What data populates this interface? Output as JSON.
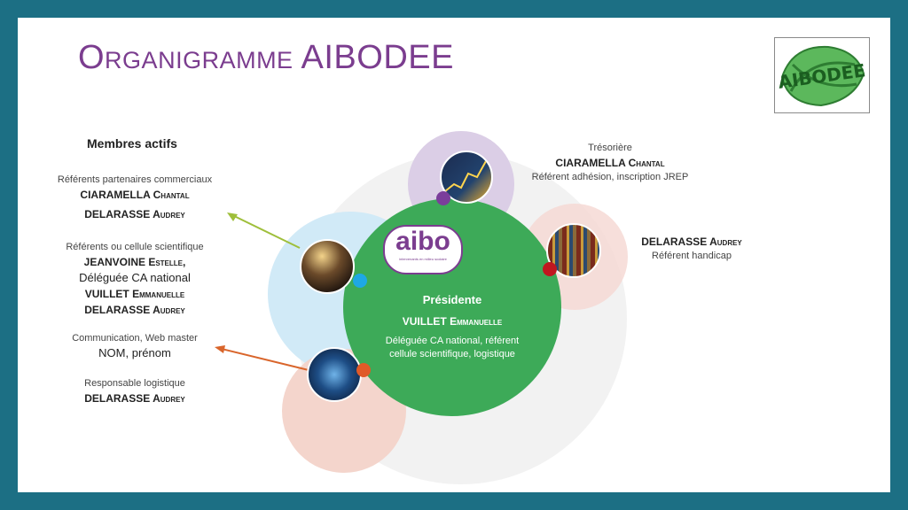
{
  "slide": {
    "title": "Organigramme AIBODEE",
    "logo_text": "AIBODEE",
    "center_logo_text": "aibo",
    "center_logo_subtext": "intervenants en milieu scolaire"
  },
  "members": {
    "heading": "Membres actifs",
    "partners_label": "Référents partenaires commerciaux",
    "partners_name1": "CIARAMELLA Chantal",
    "partners_name2": "DELARASSE Audrey",
    "sci_label": "Référents ou cellule scientifique",
    "sci_name1": "JEANVOINE Estelle,",
    "sci_role1": "Déléguée CA national",
    "sci_name2": "VUILLET Emmanuelle",
    "sci_name3": "DELARASSE Audrey",
    "comm_label": "Communication, Web master",
    "comm_name": "NOM, prénom",
    "logi_label": "Responsable logistique",
    "logi_name": "DELARASSE Audrey"
  },
  "tresoriere": {
    "label": "Trésorière",
    "name": "CIARAMELLA Chantal",
    "role": "Référent adhésion, inscription JREP"
  },
  "handicap": {
    "name": "DELARASSE Audrey",
    "role": "Référent handicap"
  },
  "presidente": {
    "label": "Présidente",
    "name": "VUILLET Emmanuelle",
    "role": "Déléguée CA national, référent cellule scientifique, logistique"
  },
  "colors": {
    "frame": "#1c6f84",
    "title": "#7b3d8f",
    "center": "#3daa58",
    "arrow_green": "#9fbf3b",
    "arrow_orange": "#d9652b",
    "dot_purple": "#7b3d9b",
    "dot_blue": "#1ea8e4",
    "dot_red": "#c0171f",
    "dot_orange": "#e05a28"
  }
}
